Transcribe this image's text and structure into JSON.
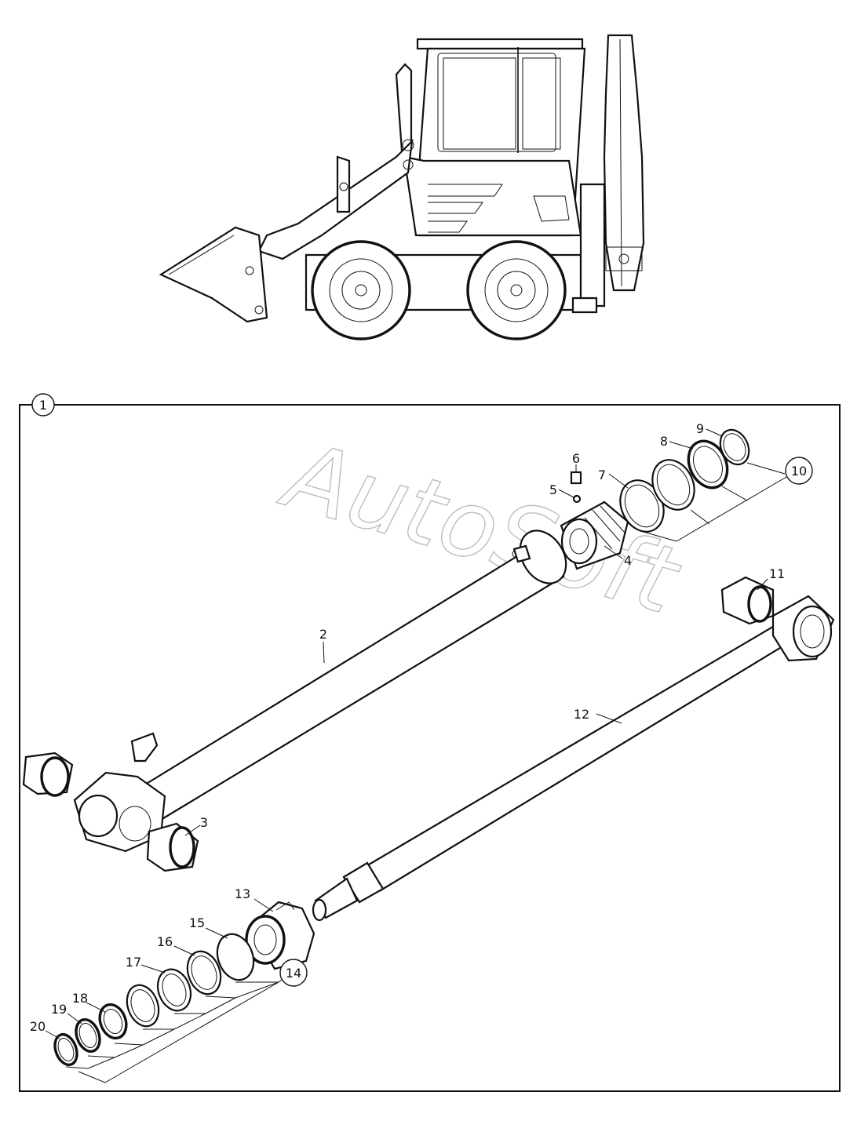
{
  "watermark": "AutoSoft",
  "callouts": [
    {
      "id": "c1",
      "text": "1",
      "circled": true
    },
    {
      "id": "c2",
      "text": "2"
    },
    {
      "id": "c3",
      "text": "3"
    },
    {
      "id": "c4",
      "text": "4"
    },
    {
      "id": "c5",
      "text": "5"
    },
    {
      "id": "c6",
      "text": "6"
    },
    {
      "id": "c7",
      "text": "7"
    },
    {
      "id": "c8",
      "text": "8"
    },
    {
      "id": "c9",
      "text": "9"
    },
    {
      "id": "c10",
      "text": "10",
      "circled": true
    },
    {
      "id": "c11",
      "text": "11"
    },
    {
      "id": "c12",
      "text": "12"
    },
    {
      "id": "c13",
      "text": "13"
    },
    {
      "id": "c14",
      "text": "14",
      "circled": true
    },
    {
      "id": "c15",
      "text": "15"
    },
    {
      "id": "c16",
      "text": "16"
    },
    {
      "id": "c17",
      "text": "17"
    },
    {
      "id": "c18",
      "text": "18"
    },
    {
      "id": "c19",
      "text": "19"
    },
    {
      "id": "c20",
      "text": "20"
    }
  ]
}
